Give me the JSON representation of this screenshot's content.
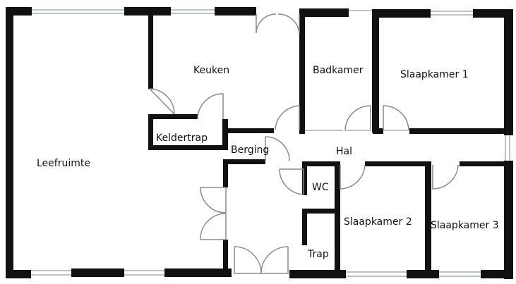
{
  "floorplan": {
    "colors": {
      "wall": "#111111",
      "door_arc": "#8a8a8a",
      "window": "#b9c3c8",
      "background": "#ffffff"
    },
    "rooms": {
      "leefruimte": "Leefruimte",
      "keuken": "Keuken",
      "badkamer": "Badkamer",
      "slaapkamer_1": "Slaapkamer 1",
      "keldertrap": "Keldertrap",
      "berging": "Berging",
      "hal": "Hal",
      "wc": "WC",
      "slaapkamer_2": "Slaapkamer 2",
      "slaapkamer_3": "Slaapkamer 3",
      "trap": "Trap"
    }
  }
}
